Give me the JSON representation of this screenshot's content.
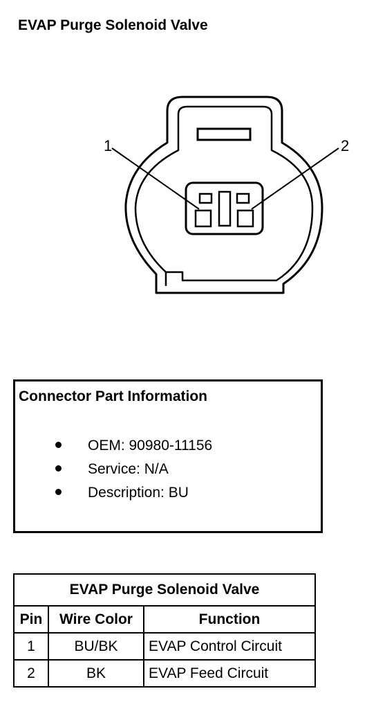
{
  "title": "EVAP Purge Solenoid Valve",
  "diagram": {
    "pin_labels": [
      "1",
      "2"
    ]
  },
  "connector_info": {
    "heading": "Connector Part Information",
    "items": [
      "OEM: 90980-11156",
      "Service: N/A",
      "Description: BU"
    ]
  },
  "pin_table": {
    "title": "EVAP Purge Solenoid Valve",
    "headers": [
      "Pin",
      "Wire Color",
      "Function"
    ],
    "rows": [
      {
        "pin": "1",
        "wire_color": "BU/BK",
        "function": "EVAP Control Circuit"
      },
      {
        "pin": "2",
        "wire_color": "BK",
        "function": "EVAP Feed Circuit"
      }
    ]
  }
}
